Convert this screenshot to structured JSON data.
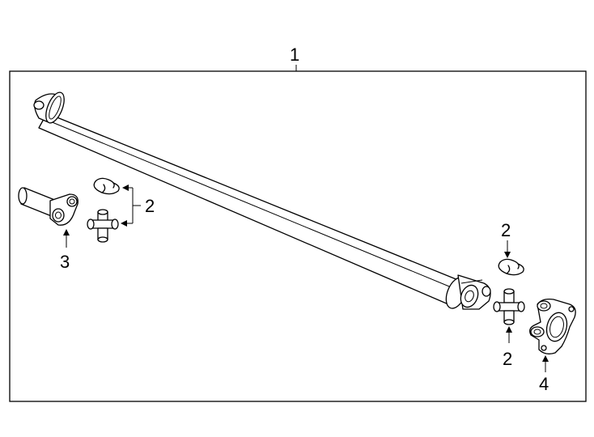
{
  "callouts": {
    "main": "1",
    "ujoint_front": "2",
    "snapring_rear": "2",
    "ujoint_rear": "2",
    "yoke_front": "3",
    "flange_rear": "4"
  },
  "colors": {
    "line": "#000000",
    "background": "#ffffff"
  }
}
